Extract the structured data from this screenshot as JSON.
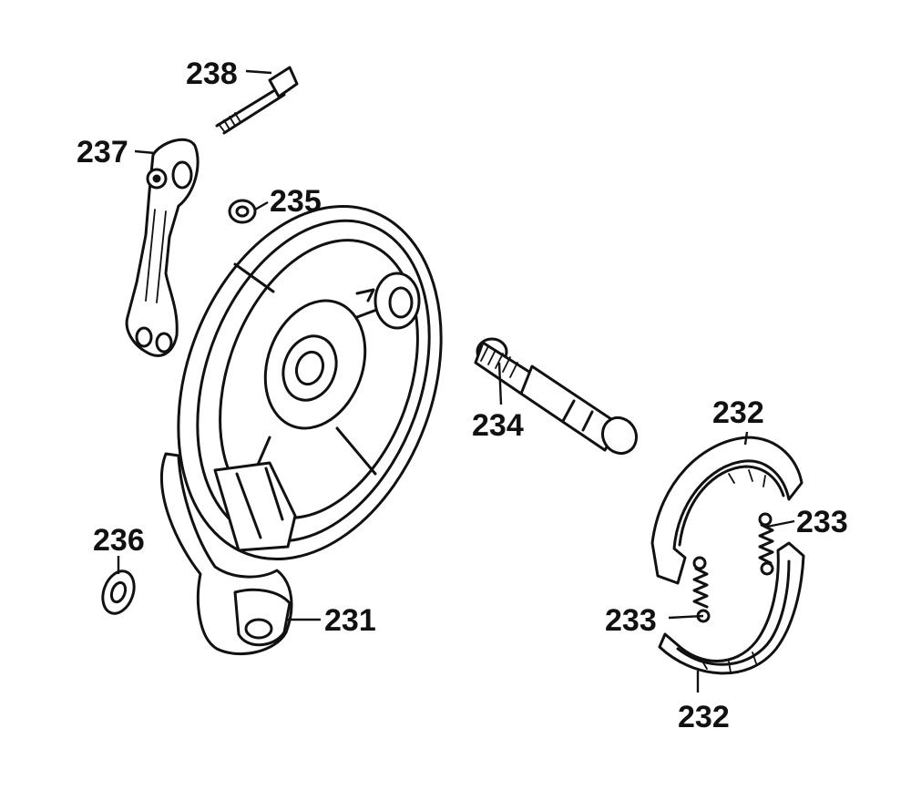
{
  "diagram": {
    "labels": {
      "p231": "231",
      "p232_top": "232",
      "p232_bottom": "232",
      "p233_right": "233",
      "p233_left": "233",
      "p234": "234",
      "p235": "235",
      "p236": "236",
      "p237": "237",
      "p238": "238"
    }
  }
}
